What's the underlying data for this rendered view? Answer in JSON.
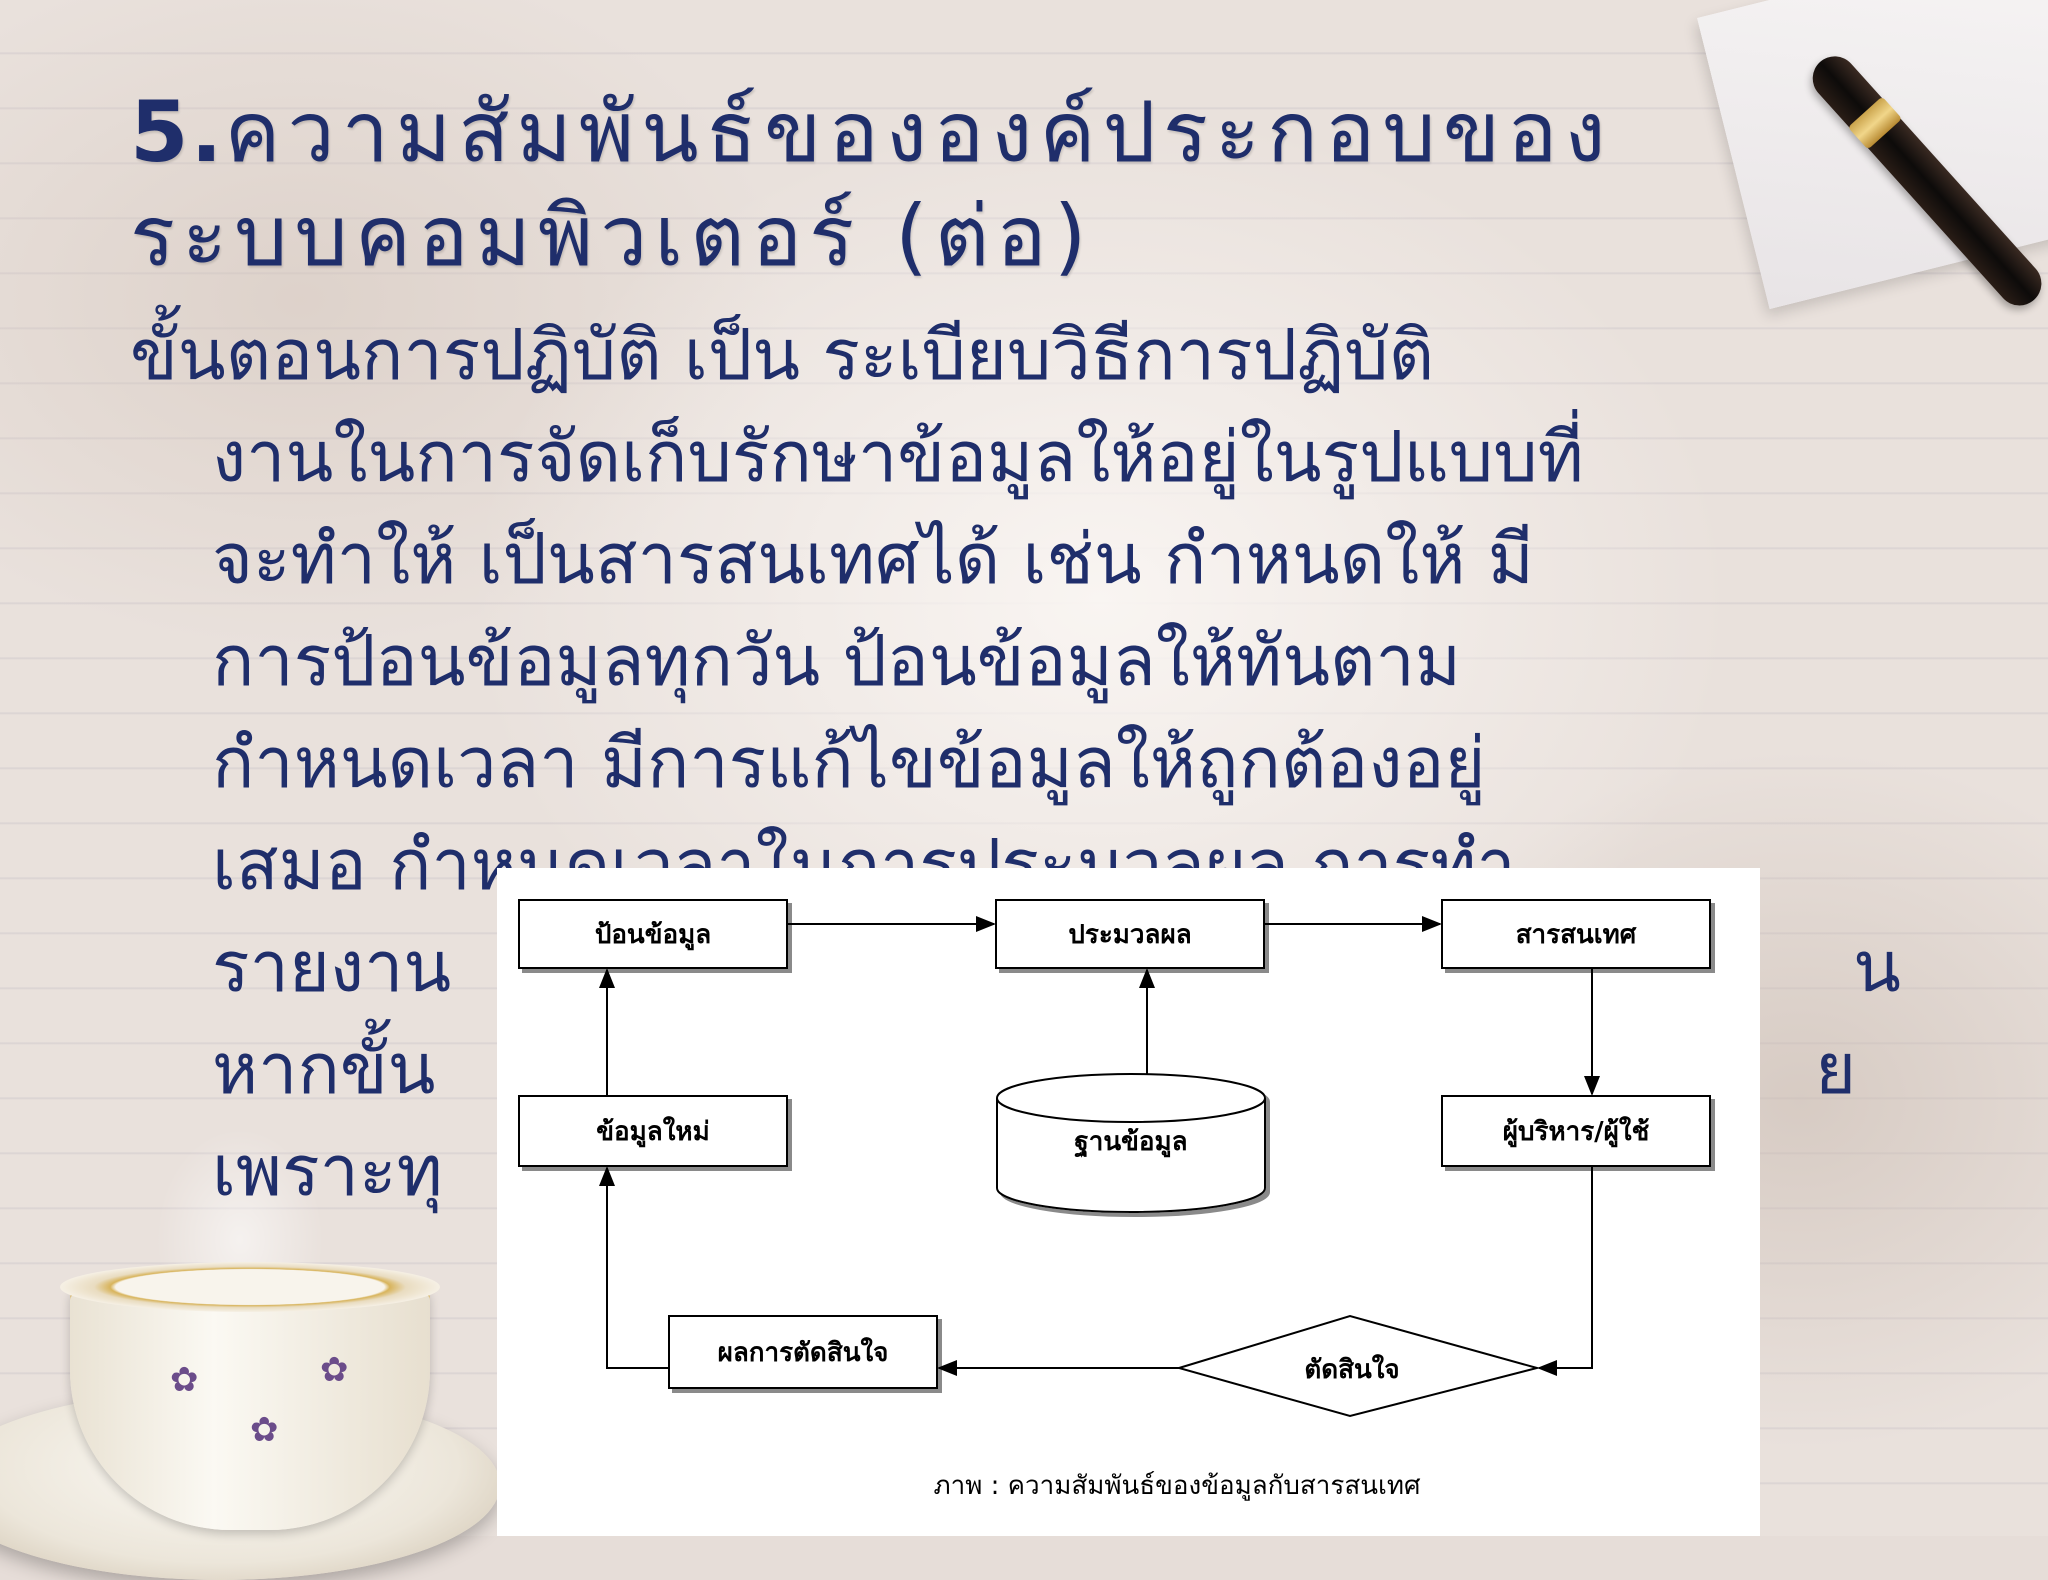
{
  "slide": {
    "title_number": "5.",
    "title_line1": "ความสัมพันธ์ขององค์ประกอบของ",
    "title_line2": "ระบบคอมพิวเตอร์ (ต่อ)",
    "body_lines": [
      "ขั้นตอนการปฏิบัติ เป็น ระเบียบวิธีการปฏิบัติ",
      "งานในการจัดเก็บรักษาข้อมูลให้อยู่ในรูปแบบที่",
      "จะทำให้ เป็นสารสนเทศได้ เช่น กำหนดให้ มี",
      "การป้อนข้อมูลทุกวัน ป้อนข้อมูลให้ทันตาม",
      "กำหนดเวลา มีการแก้ไขข้อมูลให้ถูกต้องอยู่",
      "เสมอ กำหนดเวลาในการประมวลผล การทำ",
      "รายงาน                                                               น",
      "หากขั้น                                                              ย",
      "เพราะทุ"
    ]
  },
  "diagram": {
    "nodes": {
      "input": "ป้อนข้อมูล",
      "process": "ประมวลผล",
      "information": "สารสนเทศ",
      "new_data": "ข้อมูลใหม่",
      "database": "ฐานข้อมูล",
      "users": "ผู้บริหาร/ผู้ใช้",
      "decide": "ตัดสินใจ",
      "decision_result": "ผลการตัดสินใจ"
    },
    "caption": "ภาพ : ความสัมพันธ์ของข้อมูลกับสารสนเทศ"
  }
}
